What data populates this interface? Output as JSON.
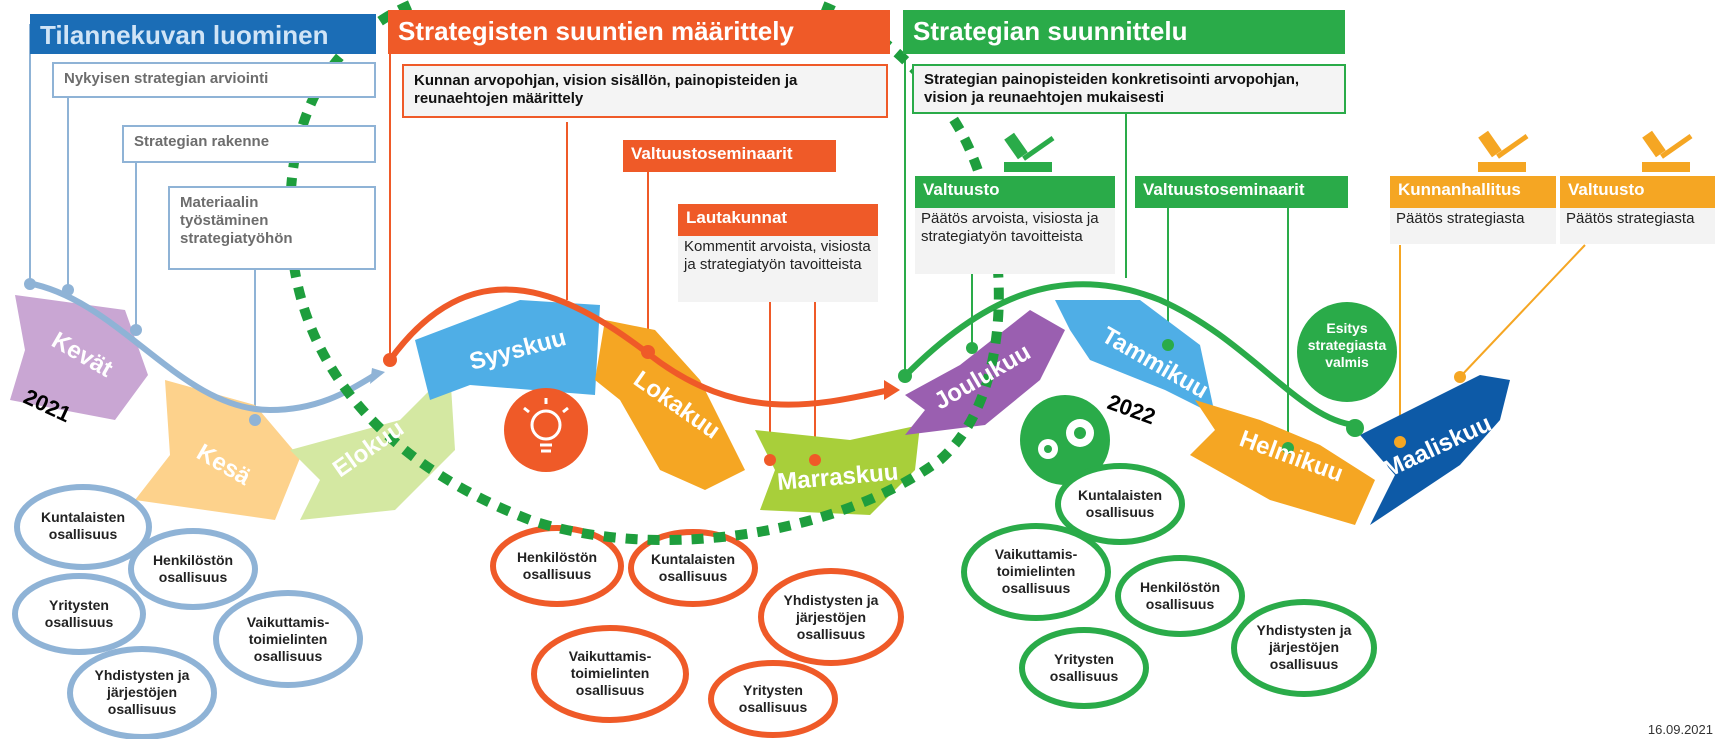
{
  "phases": {
    "p1": "Tilannekuvan luominen",
    "p2": "Strategisten suuntien määrittely",
    "p3": "Strategian suunnittelu"
  },
  "phase1_boxes": {
    "b1": "Nykyisen strategian arviointi",
    "b2": "Strategian rakenne",
    "b3": "Materiaalin työstäminen strategiatyöhön"
  },
  "phase2_box": "Kunnan arvopohjan, vision sisällön, painopisteiden ja reunaehtojen määrittely",
  "phase3_box": "Strategian painopisteiden konkretisointi arvopohjan, vision ja reunaehtojen mukaisesti",
  "tags": {
    "valtuustoseminaarit_orange": "Valtuustoseminaarit",
    "lautakunnat": "Lautakunnat",
    "valtuusto_green": "Valtuusto",
    "valtuustoseminaarit_green": "Valtuustoseminaarit",
    "kunnanhallitus": "Kunnanhallitus",
    "valtuusto_yellow": "Valtuusto"
  },
  "notes": {
    "lautakunnat": "Kommentit arvoista, visiosta ja strategiatyön tavoitteista",
    "valtuusto": "Päätös arvoista, visiosta ja strategiatyön tavoitteista",
    "kunnanhallitus": "Päätös strategiasta",
    "valtuusto_final": "Päätös strategiasta"
  },
  "months": {
    "kevat": "Kevät",
    "kesa": "Kesä",
    "elokuu": "Elokuu",
    "syyskuu": "Syyskuu",
    "lokakuu": "Lokakuu",
    "marraskuu": "Marraskuu",
    "joulukuu": "Joulukuu",
    "tammikuu": "Tammikuu",
    "helmikuu": "Helmikuu",
    "maaliskuu": "Maaliskuu"
  },
  "years": {
    "y2021": "2021",
    "y2022": "2022"
  },
  "esitys": [
    "Esitys",
    "strategiasta",
    "valmis"
  ],
  "bubbles_blue": {
    "kuntalaiset": [
      "Kuntalaisten",
      "osallisuus"
    ],
    "henkilosto": [
      "Henkilöstön",
      "osallisuus"
    ],
    "yritykset": [
      "Yritysten",
      "osallisuus"
    ],
    "vaikuttamis": [
      "Vaikuttamis-",
      "toimielinten",
      "osallisuus"
    ],
    "yhdistykset": [
      "Yhdistysten ja",
      "järjestöjen",
      "osallisuus"
    ]
  },
  "bubbles_orange": {
    "henkilosto": [
      "Henkilöstön",
      "osallisuus"
    ],
    "kuntalaiset": [
      "Kuntalaisten",
      "osallisuus"
    ],
    "yhdistykset": [
      "Yhdistysten ja",
      "järjestöjen",
      "osallisuus"
    ],
    "vaikuttamis": [
      "Vaikuttamis-",
      "toimielinten",
      "osallisuus"
    ],
    "yritykset": [
      "Yritysten",
      "osallisuus"
    ]
  },
  "bubbles_green": {
    "kuntalaiset": [
      "Kuntalaisten",
      "osallisuus"
    ],
    "vaikuttamis": [
      "Vaikuttamis-",
      "toimielinten",
      "osallisuus"
    ],
    "henkilosto": [
      "Henkilöstön",
      "osallisuus"
    ],
    "yhdistykset": [
      "Yhdistysten ja",
      "järjestöjen",
      "osallisuus"
    ],
    "yritykset": [
      "Yritysten",
      "osallisuus"
    ]
  },
  "date": "16.09.2021",
  "colors": {
    "blue_header": "#1b6db6",
    "orange": "#ef5a28",
    "green": "#2aab49",
    "yellow": "#f5a623",
    "navy": "#0d5aa7",
    "purple": "#9a5fb0",
    "lilac": "#c9a6d3",
    "peach": "#fdd28c",
    "lime": "#a8cf3a",
    "sky": "#4faee6"
  }
}
